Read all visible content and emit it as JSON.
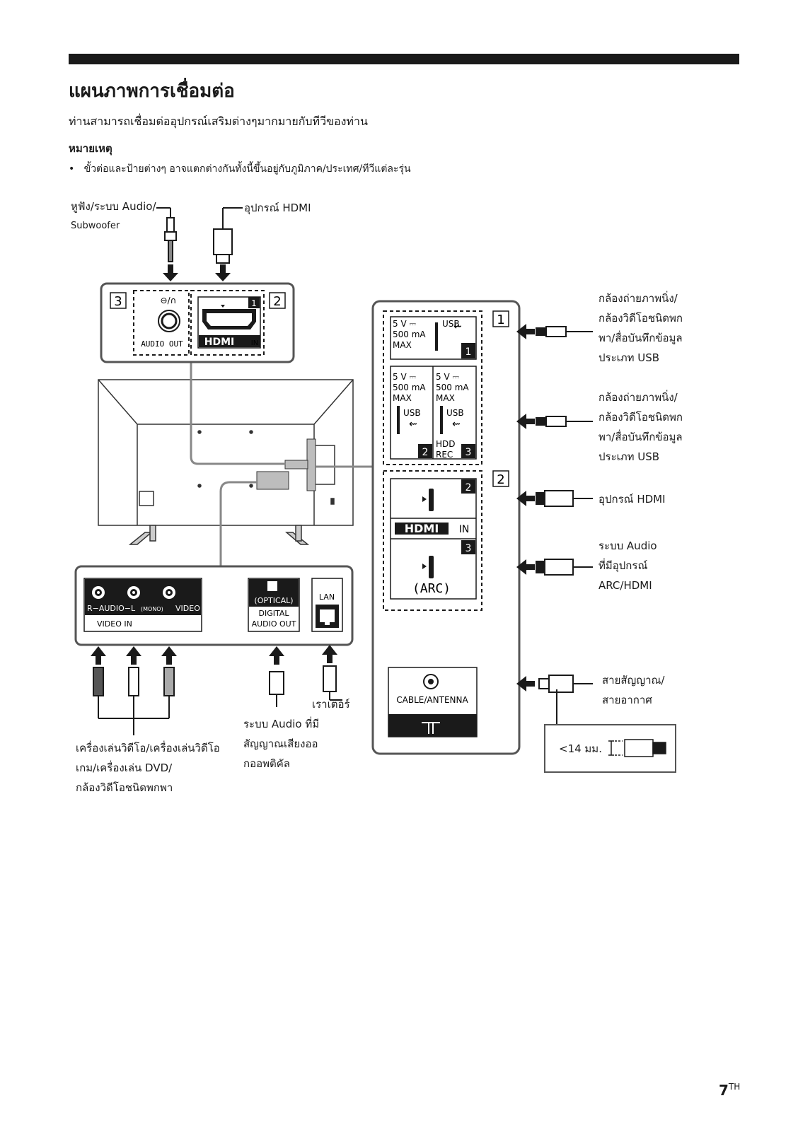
{
  "page": {
    "title": "แผนภาพการเชื่อมต่อ",
    "intro": "ท่านสามารถเชื่อมต่ออุปกรณ์เสริมต่างๆมากมายกับทีวีของท่าน",
    "note_heading": "หมายเหตุ",
    "note_bullet": "•",
    "note_text": "ขั้วต่อและป้ายต่างๆ อาจแตกต่างกันทั้งนี้ขึ้นอยู่กับภูมิภาค/ประเทศ/ทีวีแต่ละรุ่น",
    "page_number": "7",
    "page_suffix": "TH"
  },
  "labels": {
    "headphone_line1": "หูฟัง/ระบบ Audio/",
    "headphone_line2": "Subwoofer",
    "hdmi_device_top": "อุปกรณ์ HDMI",
    "usb1_line1": "กล้องถ่ายภาพนิ่ง/",
    "usb1_line2": "กล้องวิดีโอชนิดพก",
    "usb1_line3": "พา/สื่อบันทึกข้อมูล",
    "usb1_line4": "ประเภท USB",
    "usb2_line1": "กล้องถ่ายภาพนิ่ง/",
    "usb2_line2": "กล้องวิดีโอชนิดพก",
    "usb2_line3": "พา/สื่อบันทึกข้อมูล",
    "usb2_line4": "ประเภท USB",
    "hdmi_device_right": "อุปกรณ์ HDMI",
    "arc_line1": "ระบบ Audio",
    "arc_line2": "ที่มีอุปกรณ์",
    "arc_line3": "ARC/HDMI",
    "antenna_line1": "สายสัญญาณ/",
    "antenna_line2": "สายอากาศ",
    "router": "เราเตอร์",
    "optical_line1": "ระบบ Audio ที่มี",
    "optical_line2": "สัญญาณเสียงออ",
    "optical_line3": "กออพติคัล",
    "video_line1": "เครื่องเล่นวิดีโอ/เครื่องเล่นวิดีโอ",
    "video_line2": "เกม/เครื่องเล่น DVD/",
    "video_line3": "กล้องวิดีโอชนิดพกพา",
    "cable_spec": "<14 มม."
  },
  "panel_top": {
    "badge_left": "3",
    "badge_right": "2",
    "hdmi_num": "1",
    "audio_out": "AUDIO OUT",
    "hdmi_logo": "HDMI",
    "hdmi_in": "IN",
    "headphone_symbol": "⊖/∩"
  },
  "panel_right": {
    "badge_1": "1",
    "badge_2": "2",
    "usb1_volt": "5 V ⎓",
    "usb1_ma": "500 mA",
    "usb1_max": "MAX",
    "usb1_label": "USB",
    "usb1_num": "1",
    "usb2_volt": "5 V ⎓",
    "usb2_ma": "500 mA",
    "usb2_max": "MAX",
    "usb2_label": "USB",
    "usb2_num": "2",
    "usb3_volt": "5 V ⎓",
    "usb3_ma": "500 mA",
    "usb3_max": "MAX",
    "usb3_label": "USB",
    "usb3_hdd": "HDD",
    "usb3_rec": "REC",
    "usb3_num": "3",
    "hdmi2_num": "2",
    "hdmi_logo": "HDMI",
    "hdmi_in": "IN",
    "hdmi3_num": "3",
    "arc": "(ARC)",
    "cable_antenna": "CABLE/ANTENNA"
  },
  "panel_bottom": {
    "audio_label": "R−AUDIO−L",
    "mono": "(MONO)",
    "video": "VIDEO",
    "video_in": "VIDEO IN",
    "optical": "(OPTICAL)",
    "digital": "DIGITAL",
    "audio_out": "AUDIO OUT",
    "lan": "LAN"
  }
}
